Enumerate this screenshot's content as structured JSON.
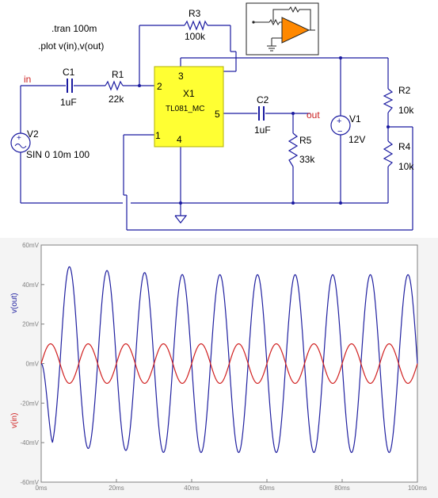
{
  "schematic": {
    "directives": {
      "tran": ".tran 100m",
      "plot": ".plot v(in),v(out)"
    },
    "net_labels": {
      "in": "in",
      "out": "out"
    },
    "components": {
      "C1": {
        "ref": "C1",
        "value": "1uF"
      },
      "R1": {
        "ref": "R1",
        "value": "22k"
      },
      "R3": {
        "ref": "R3",
        "value": "100k"
      },
      "X1": {
        "ref": "X1",
        "model": "TL081_MC",
        "pins": {
          "p1": "1",
          "p2": "2",
          "p3": "3",
          "p4": "4",
          "p5": "5"
        }
      },
      "C2": {
        "ref": "C2",
        "value": "1uF"
      },
      "R5": {
        "ref": "R5",
        "value": "33k"
      },
      "V1": {
        "ref": "V1",
        "value": "12V"
      },
      "R2": {
        "ref": "R2",
        "value": "10k"
      },
      "R4": {
        "ref": "R4",
        "value": "10k"
      },
      "V2": {
        "ref": "V2",
        "value": "SIN 0 10m 100"
      }
    },
    "colors": {
      "wire": "#1a1aa0",
      "opamp_fill": "#ffff33",
      "opamp_stroke": "#b0b000",
      "net_label": "#cc2020"
    }
  },
  "chart_data": {
    "type": "line",
    "x_unit": "ms",
    "y_unit": "mV",
    "xlim": [
      0,
      100
    ],
    "ylim": [
      -60,
      60
    ],
    "xticks": [
      "0ms",
      "20ms",
      "40ms",
      "60ms",
      "80ms",
      "100ms"
    ],
    "yticks": [
      "60mV",
      "40mV",
      "20mV",
      "0mV",
      "-20mV",
      "-40mV",
      "-60mV"
    ],
    "grid": false,
    "series": [
      {
        "name": "v(out)",
        "color": "#2020a0",
        "waveform": "sine",
        "frequency_hz": 100,
        "steady_amplitude_mv": 45,
        "dc_offset_mv": 0,
        "peaks_ms": [
          8,
          18,
          28,
          38,
          48,
          58,
          68,
          78,
          88,
          98
        ],
        "peak_values_mv": [
          49,
          47,
          46,
          45,
          45,
          45,
          45,
          45,
          45,
          45
        ],
        "troughs_ms": [
          3,
          13,
          23,
          33,
          43,
          53,
          63,
          73,
          83,
          93
        ],
        "trough_values_mv": [
          -42,
          -43,
          -44,
          -45,
          -45,
          -45,
          -45,
          -45,
          -45,
          -45
        ],
        "phase": "inverted relative to v(in)"
      },
      {
        "name": "v(in)",
        "color": "#d02020",
        "waveform": "sine",
        "frequency_hz": 100,
        "amplitude_mv": 10,
        "dc_offset_mv": 0,
        "peaks_ms": [
          2.5,
          12.5,
          22.5,
          32.5,
          42.5,
          52.5,
          62.5,
          72.5,
          82.5,
          92.5
        ],
        "troughs_ms": [
          7.5,
          17.5,
          27.5,
          37.5,
          47.5,
          57.5,
          67.5,
          77.5,
          87.5,
          97.5
        ]
      }
    ]
  }
}
